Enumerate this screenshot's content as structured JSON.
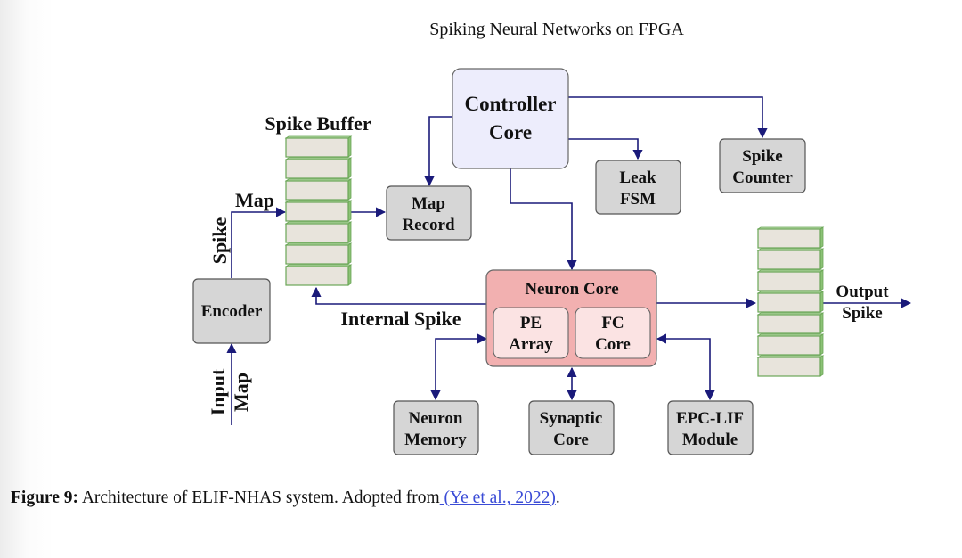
{
  "header": {
    "title": "Spiking Neural Networks on FPGA"
  },
  "diagram": {
    "colors": {
      "arrow": "#1a1a7a",
      "box_fill": "#d6d6d6",
      "box_stroke": "#555555",
      "controller_fill": "#ededfc",
      "neuron_core_fill": "#f2b0b0",
      "neuron_sub_fill": "#fbe3e3",
      "buffer_fill": "#e8e4dc",
      "buffer_stroke": "#6aa656"
    },
    "blocks": {
      "controller_core": [
        "Controller",
        "Core"
      ],
      "map_record": [
        "Map",
        "Record"
      ],
      "leak_fsm": [
        "Leak",
        "FSM"
      ],
      "spike_counter": [
        "Spike",
        "Counter"
      ],
      "encoder": [
        "Encoder"
      ],
      "neuron_core": "Neuron Core",
      "pe_array": [
        "PE",
        "Array"
      ],
      "fc_core": [
        "FC",
        "Core"
      ],
      "neuron_memory": [
        "Neuron",
        "Memory"
      ],
      "synaptic_core": [
        "Synaptic",
        "Core"
      ],
      "epc_lif_module": [
        "EPC-LIF",
        "Module"
      ]
    },
    "labels": {
      "spike_buffer": "Spike Buffer",
      "map": "Map",
      "spike": "Spike",
      "input": "Input",
      "input_map": "Map",
      "internal_spike": "Internal Spike",
      "output": "Output",
      "output_spike": "Spike"
    },
    "buffer_cells": 7
  },
  "caption": {
    "label": "Figure 9:",
    "text": " Architecture of ELIF-NHAS system.  Adopted from",
    "link": " (Ye et al., 2022)",
    "end": "."
  }
}
